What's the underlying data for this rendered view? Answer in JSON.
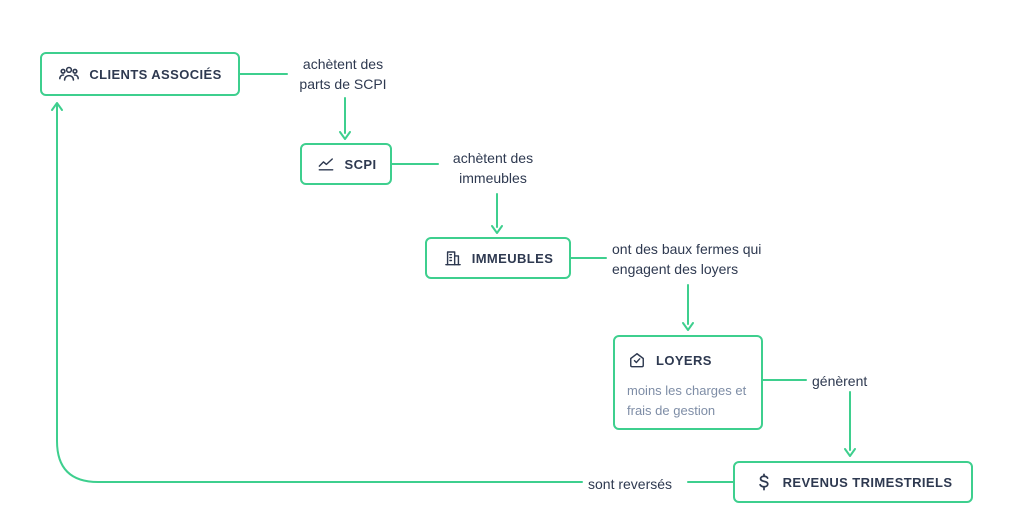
{
  "colors": {
    "accent": "#3ecf8e",
    "text": "#2e3950",
    "muted": "#7e8da6"
  },
  "nodes": {
    "clients": {
      "label": "CLIENTS ASSOCIÉS",
      "icon": "people-group-icon"
    },
    "scpi": {
      "label": "SCPI",
      "icon": "chart-line-icon"
    },
    "immeubles": {
      "label": "IMMEUBLES",
      "icon": "building-icon"
    },
    "loyers": {
      "label": "LOYERS",
      "icon": "house-check-icon",
      "subtitle": "moins les charges et frais de gestion"
    },
    "revenus": {
      "label": "REVENUS TRIMESTRIELS",
      "icon": "dollar-icon"
    }
  },
  "edges": {
    "clients_to_scpi": {
      "label": "achètent des parts de SCPI"
    },
    "scpi_to_immeubles": {
      "label": "achètent des immeubles"
    },
    "immeubles_to_loyers": {
      "label": "ont des baux fermes qui engagent des loyers"
    },
    "loyers_to_revenus": {
      "label": "génèrent"
    },
    "revenus_to_clients": {
      "label": "sont reversés"
    }
  }
}
